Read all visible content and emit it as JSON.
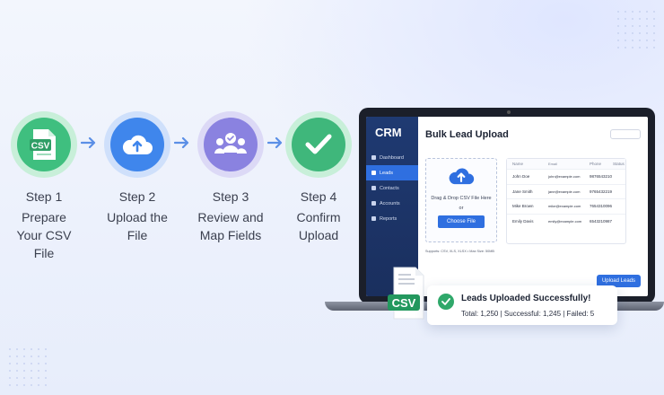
{
  "steps": [
    {
      "title": "Step 1",
      "desc": [
        "Prepare",
        "Your CSV File"
      ],
      "icon": "csv-file-icon",
      "badge": "CSV",
      "color": "#3fbf7f",
      "ring": "#c8efd9"
    },
    {
      "title": "Step 2",
      "desc": [
        "Upload the",
        "File"
      ],
      "icon": "cloud-upload-icon",
      "color": "#3f86ec",
      "ring": "#cfe0fb"
    },
    {
      "title": "Step 3",
      "desc": [
        "Review and",
        "Map Fields"
      ],
      "icon": "users-mapping-icon",
      "color": "#8a82e0",
      "ring": "#dcd9f6"
    },
    {
      "title": "Step 4",
      "desc": [
        "Confirm",
        "Upload"
      ],
      "icon": "check-icon",
      "color": "#3fb77b",
      "ring": "#c8efd9"
    }
  ],
  "app": {
    "brand": "CRM",
    "nav": [
      {
        "label": "Dashboard",
        "active": false
      },
      {
        "label": "Leads",
        "active": true
      },
      {
        "label": "Contacts",
        "active": false
      },
      {
        "label": "Accounts",
        "active": false
      },
      {
        "label": "Reports",
        "active": false
      }
    ],
    "title": "Bulk Lead Upload",
    "dropzone": {
      "text": "Drag & Drop CSV File Here",
      "or": "or",
      "button": "Choose File"
    },
    "supports": "Supports: CSV, XLS, XLSX • Max Size: 50MB",
    "table": {
      "headers": [
        "Name",
        "Email",
        "Phone",
        "Status"
      ],
      "rows": [
        [
          "John Doe",
          "john@example.com",
          "9876543210",
          ""
        ],
        [
          "Jane Smith",
          "jane@example.com",
          "9765432219",
          ""
        ],
        [
          "Mike Brown",
          "mike@example.com",
          "7654310096",
          ""
        ],
        [
          "Emily Davis",
          "emily@example.com",
          "6543210987",
          ""
        ]
      ]
    },
    "upload_button": "Upload Leads"
  },
  "success": {
    "title": "Leads Uploaded Successfully!",
    "summary": "Total: 1,250 | Successful: 1,245 | Failed: 5"
  },
  "csv_doc": {
    "badge": "CSV"
  }
}
